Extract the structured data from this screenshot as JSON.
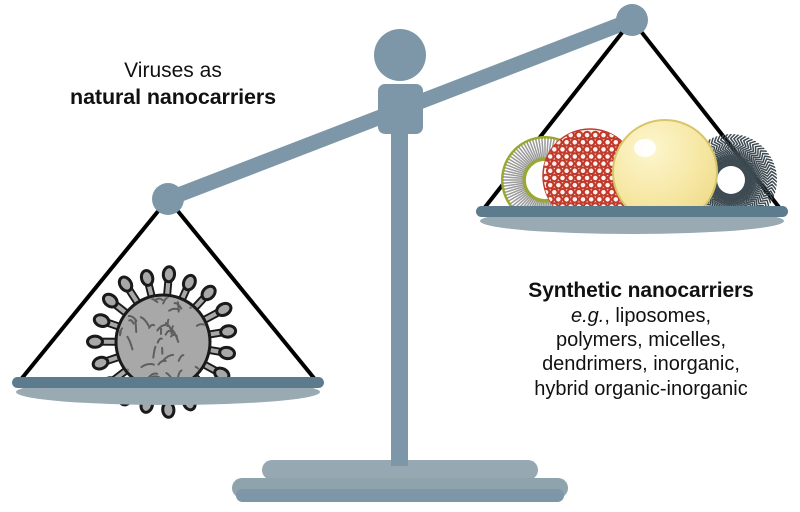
{
  "figure": {
    "type": "balance-scale-comparison-diagram",
    "background_color": "#ffffff"
  },
  "left_side": {
    "label_line1": "Viruses as",
    "label_line2": "natural nanocarriers",
    "pan_contents": [
      {
        "name": "virus-particle",
        "description": "enveloped virus with club-shaped spike proteins",
        "body_color": "#a8a8a8",
        "outline_color": "#1a1a1a"
      }
    ]
  },
  "right_side": {
    "label_heading": "Synthetic nanocarriers",
    "label_eg": "e.g.",
    "label_line1": ", liposomes,",
    "label_line2": "polymers, micelles,",
    "label_line3": "dendrimers, inorganic,",
    "label_line4": "hybrid organic-inorganic",
    "pan_contents": [
      {
        "name": "liposome-particle",
        "description": "liposome with olive head groups and radiating gray lipid tails",
        "head_color": "#9aa832",
        "tail_color": "#9a9a9a",
        "core_color": "#ffffff"
      },
      {
        "name": "polymer-lattice-particle",
        "description": "red hexagonal honeycomb lattice sphere",
        "lattice_color": "#c0392b",
        "cell_color": "#fdf3ee"
      },
      {
        "name": "gold-nanoparticle",
        "description": "pale yellow inorganic sphere with specular highlight",
        "fill_color": "#f7e9a8",
        "edge_color": "#d8c56a",
        "highlight_color": "#ffffff"
      },
      {
        "name": "micelle-particle",
        "description": "dendrimer micelle with dark wavy polymer chains and hollow core",
        "chain_color": "#3d4a52",
        "core_color": "#ffffff"
      }
    ]
  },
  "apparatus": {
    "name": "balance-scale",
    "beam_color": "#7d97a8",
    "beam_tilt_degrees": -12,
    "pivot_color": "#7d97a8",
    "post_color": "#7d97a8",
    "string_color": "#000000",
    "pan_top_color": "#5c7b8c",
    "pan_bottom_color": "#9aaab3",
    "base_tier_colors": [
      "#96a8b2",
      "#8fa3ad",
      "#7d97a8"
    ]
  },
  "colors": {
    "steel_blue": "#7d97a8",
    "slate": "#5c7b8c",
    "text": "#111111",
    "gold": "#f7e9a8",
    "red": "#c0392b",
    "olive": "#9aa832"
  }
}
